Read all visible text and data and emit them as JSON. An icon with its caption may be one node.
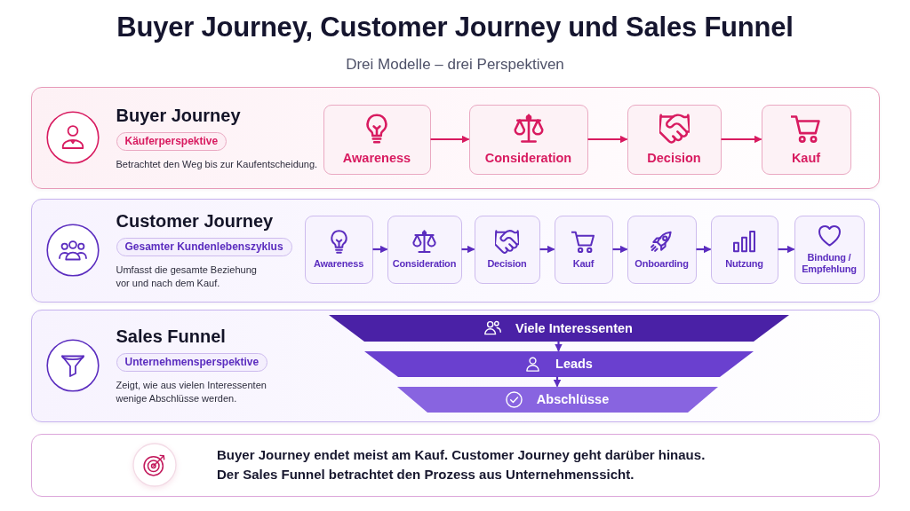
{
  "diagram": {
    "title": "Buyer Journey, Customer Journey und Sales Funnel",
    "nodes": [
      {
        "text": [
          "Buyer Journey",
          "Käuferperspektive",
          "Betrachtet den Weg bis zur Kaufentscheidung."
        ]
      },
      {
        "text": [
          "Awareness"
        ],
        "in": 0
      },
      {
        "text": [
          "Consideration"
        ],
        "in": 0
      },
      {
        "text": [
          "Decision"
        ],
        "in": 0
      },
      {
        "text": [
          "Kauf"
        ],
        "in": 0
      },
      {
        "text": [
          "Customer Journey",
          "Gesamter Kundenlebenszyklus",
          "Umfasst die gesamte Beziehung vor und nach dem Kauf."
        ]
      },
      {
        "text": [
          "Awareness"
        ],
        "in": 5
      },
      {
        "text": [
          "Consideration"
        ],
        "in": 5
      },
      {
        "text": [
          "Decision"
        ],
        "in": 5
      },
      {
        "text": [
          "Kauf"
        ],
        "in": 5
      },
      {
        "text": [
          "Onboarding"
        ],
        "in": 5
      },
      {
        "text": [
          "Nutzung"
        ],
        "in": 5
      },
      {
        "text": [
          "Bindung / Empfehlung"
        ],
        "in": 5
      },
      {
        "text": [
          "Sales Funnel",
          "Unternehmensperspektive",
          "Zeigt, wie aus vielen Interessenten wenige Abschlüsse werden."
        ]
      },
      {
        "text": [
          "Viele Interessenten"
        ],
        "in": 13
      },
      {
        "text": [
          "Leads"
        ],
        "in": 13
      },
      {
        "text": [
          "Abschlüsse"
        ],
        "in": 13
      },
      {
        "text": [
          "Buyer Journey endet meist am Kauf. Customer Journey geht darüber hinaus. Der Sales Funnel betrachtet den Prozess aus Unternehmenssicht."
        ]
      }
    ],
    "edges": [
      {
        "from": 1,
        "to": 2,
        "arrow": "to",
        "color": "#d81b60"
      },
      {
        "from": 2,
        "to": 3,
        "arrow": "to",
        "color": "#d81b60"
      },
      {
        "from": 3,
        "to": 4,
        "arrow": "to",
        "color": "#d81b60"
      },
      {
        "from": 6,
        "to": 7,
        "arrow": "to"
      },
      {
        "from": 7,
        "to": 8,
        "arrow": "to"
      },
      {
        "from": 8,
        "to": 9,
        "arrow": "to"
      },
      {
        "from": 9,
        "to": 10,
        "arrow": "to"
      },
      {
        "from": 10,
        "to": 11,
        "arrow": "to"
      },
      {
        "from": 11,
        "to": 12,
        "arrow": "to"
      },
      {
        "from": 14,
        "to": 15,
        "arrow": "to"
      },
      {
        "from": 15,
        "to": 16,
        "arrow": "to"
      }
    ],
    "labels": [
      "Drei Modelle – drei Perspektiven"
    ]
  }
}
